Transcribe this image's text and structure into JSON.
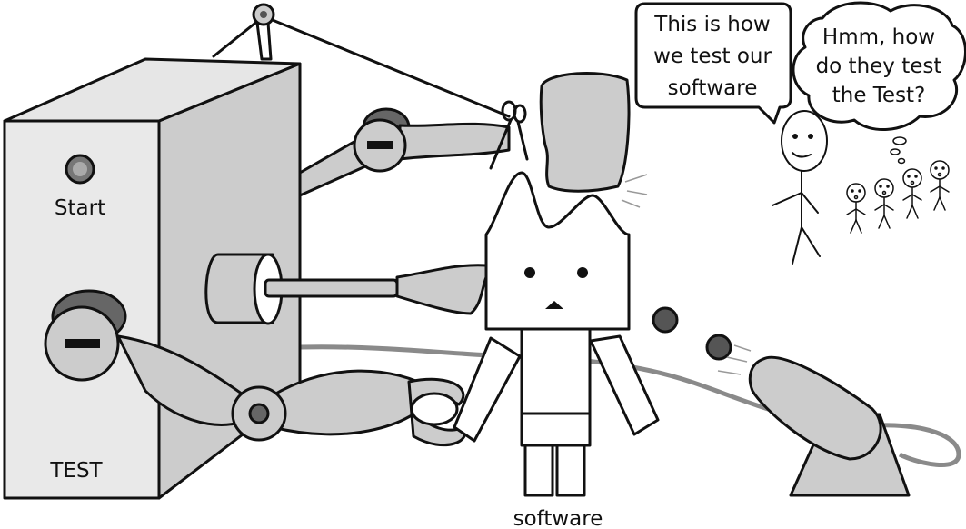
{
  "labels": {
    "start": "Start",
    "test": "TEST",
    "software": "software"
  },
  "bubbles": {
    "speech": [
      "This is how",
      "we test our",
      "software"
    ],
    "thought": [
      "Hmm, how",
      "do they test",
      "the Test?"
    ]
  },
  "colors": {
    "ink": "#111111",
    "light_gray": "#cccccc",
    "mid_gray": "#b0b0b0",
    "dark_gray": "#555555",
    "cable": "#8a8a8a",
    "background": "#ffffff"
  }
}
